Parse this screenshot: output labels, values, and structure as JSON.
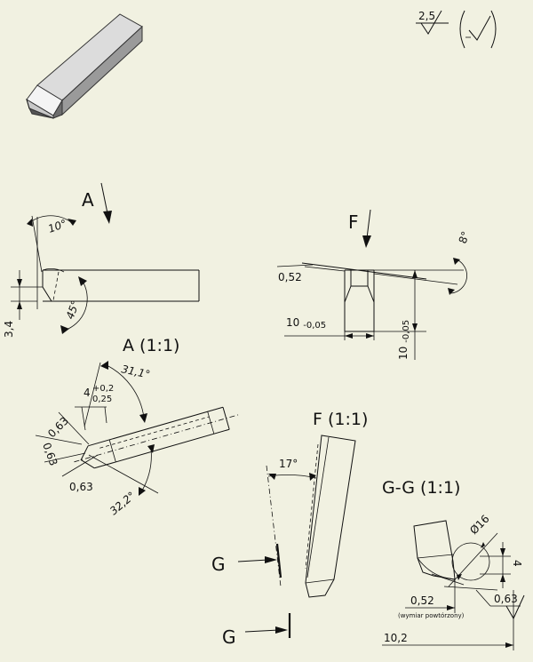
{
  "drawing": {
    "finish_symbol": {
      "roughness_value": "2,5"
    },
    "view_main": {
      "arrow_label": "A",
      "angle_top": "10°",
      "angle_bottom": "45°",
      "height_dim": "3,4"
    },
    "view_front": {
      "arrow_label": "F",
      "angle": "8°",
      "thickness_dim": "0,52",
      "width_dim": "10",
      "width_tol": "-0,05",
      "height_dim": "10",
      "height_tol": "-0,05"
    },
    "detail_a": {
      "title": "A (1:1)",
      "angle_top": "31,1°",
      "length_dim": "4",
      "tol_upper": "+0,2",
      "tol_lower": "0,25",
      "chamfer_1": "0,63",
      "chamfer_2": "0,63",
      "chamfer_3": "0,63",
      "angle_bottom": "32,2°"
    },
    "detail_f": {
      "title": "F (1:1)",
      "angle": "17°",
      "section_label_top": "G",
      "section_label_bottom": "G"
    },
    "section_gg": {
      "title": "G-G (1:1)",
      "diameter": "Ø16",
      "height_dim": "4",
      "chamfer": "0,63",
      "thickness_dim": "0,52",
      "note": "(wymiar powtórzony)",
      "length_dim": "10,2"
    }
  }
}
